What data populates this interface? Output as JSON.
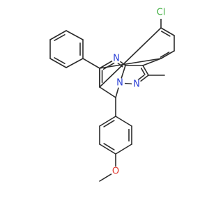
{
  "molecule": {
    "atoms": [
      {
        "id": "Cl",
        "symbol": "Cl",
        "color": "#3fae3f"
      },
      {
        "id": "N4",
        "symbol": "N",
        "color": "#2a3fd6"
      },
      {
        "id": "N1",
        "symbol": "N",
        "color": "#2a3fd6"
      },
      {
        "id": "N2",
        "symbol": "N",
        "color": "#2a3fd6"
      },
      {
        "id": "O",
        "symbol": "O",
        "color": "#e0342a"
      }
    ],
    "bond_color": "#2b2b2b"
  }
}
